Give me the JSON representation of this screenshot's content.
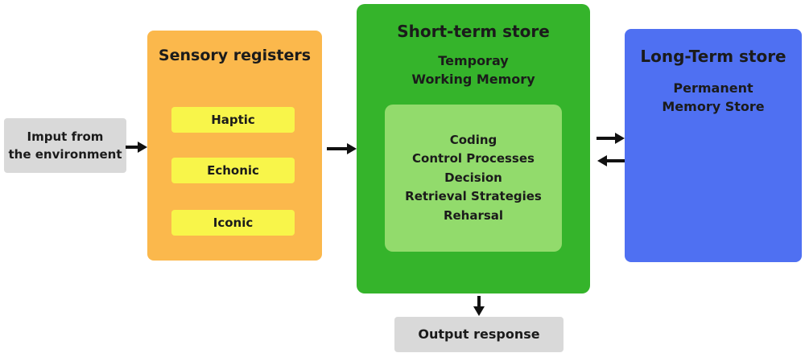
{
  "colors": {
    "orange": "#fbb84c",
    "yellow": "#f8f54a",
    "green": "#35b42b",
    "light_green": "#92db6c",
    "blue": "#4f70f2",
    "gray": "#d9d9d9",
    "text": "#1b1b1b",
    "arrow": "#111111"
  },
  "input_box": {
    "line1": "Imput from",
    "line2": "the environment"
  },
  "sensory_registers": {
    "title": "Sensory registers",
    "items": [
      "Haptic",
      "Echonic",
      "Iconic"
    ]
  },
  "short_term_store": {
    "title": "Short-term store",
    "subtitle_line1": "Temporay",
    "subtitle_line2": "Working Memory",
    "processes": [
      "Coding",
      "Control Processes",
      "Decision",
      "Retrieval Strategies",
      "Reharsal"
    ]
  },
  "long_term_store": {
    "title": "Long-Term store",
    "subtitle_line1": "Permanent",
    "subtitle_line2": "Memory Store"
  },
  "output_box": {
    "label": "Output response"
  }
}
